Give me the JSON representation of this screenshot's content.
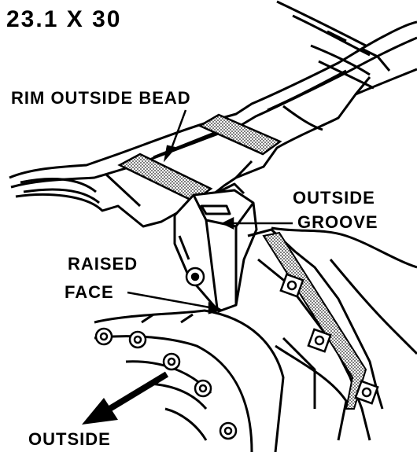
{
  "title": "23.1 X 30",
  "labels": {
    "rim_outside_bead": "RIM OUTSIDE BEAD",
    "outside_groove_line1": "OUTSIDE",
    "outside_groove_line2": "GROOVE",
    "raised_face_line1": "RAISED",
    "raised_face_line2": "FACE",
    "outside": "OUTSIDE"
  },
  "colors": {
    "ink": "#000000",
    "paper": "#ffffff",
    "stipple": "#6b6b6b"
  }
}
